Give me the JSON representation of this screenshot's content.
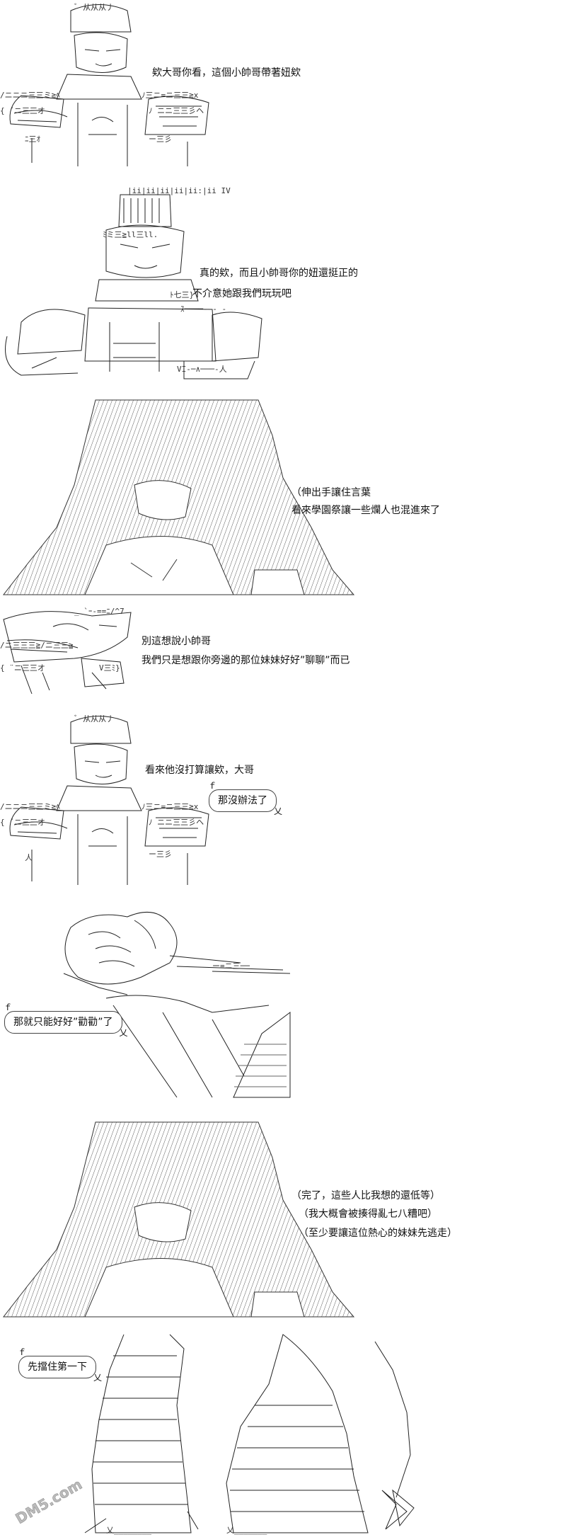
{
  "panels": {
    "p1": {
      "line1": "欸大哥你看，這個小帥哥帶著妞欸"
    },
    "p2": {
      "line1": "真的欸，而且小帥哥你的妞還挺正的",
      "line2": "不介意她跟我們玩玩吧"
    },
    "p3": {
      "line1": "（伸出手讓住言葉",
      "line2": "看來學園祭讓一些爛人也混進來了"
    },
    "p4": {
      "line1": "別這想說小帥哥",
      "line2": "我們只是想跟你旁邊的那位妹妹好好”聊聊”而已"
    },
    "p5": {
      "line1": "看來他沒打算讓欸，大哥",
      "bubble": "那沒辦法了"
    },
    "p6": {
      "bubble": "那就只能好好”勸勸”了"
    },
    "p7": {
      "line1": "（完了，這些人比我想的還低等）",
      "line2": "（我大概會被揍得亂七八糟吧）",
      "line3": "（至少要讓這位熱心的妹妹先逃走）"
    },
    "p8": {
      "bubble": "先擋住第一下"
    }
  },
  "watermark": {
    "text": "DM5.com"
  }
}
